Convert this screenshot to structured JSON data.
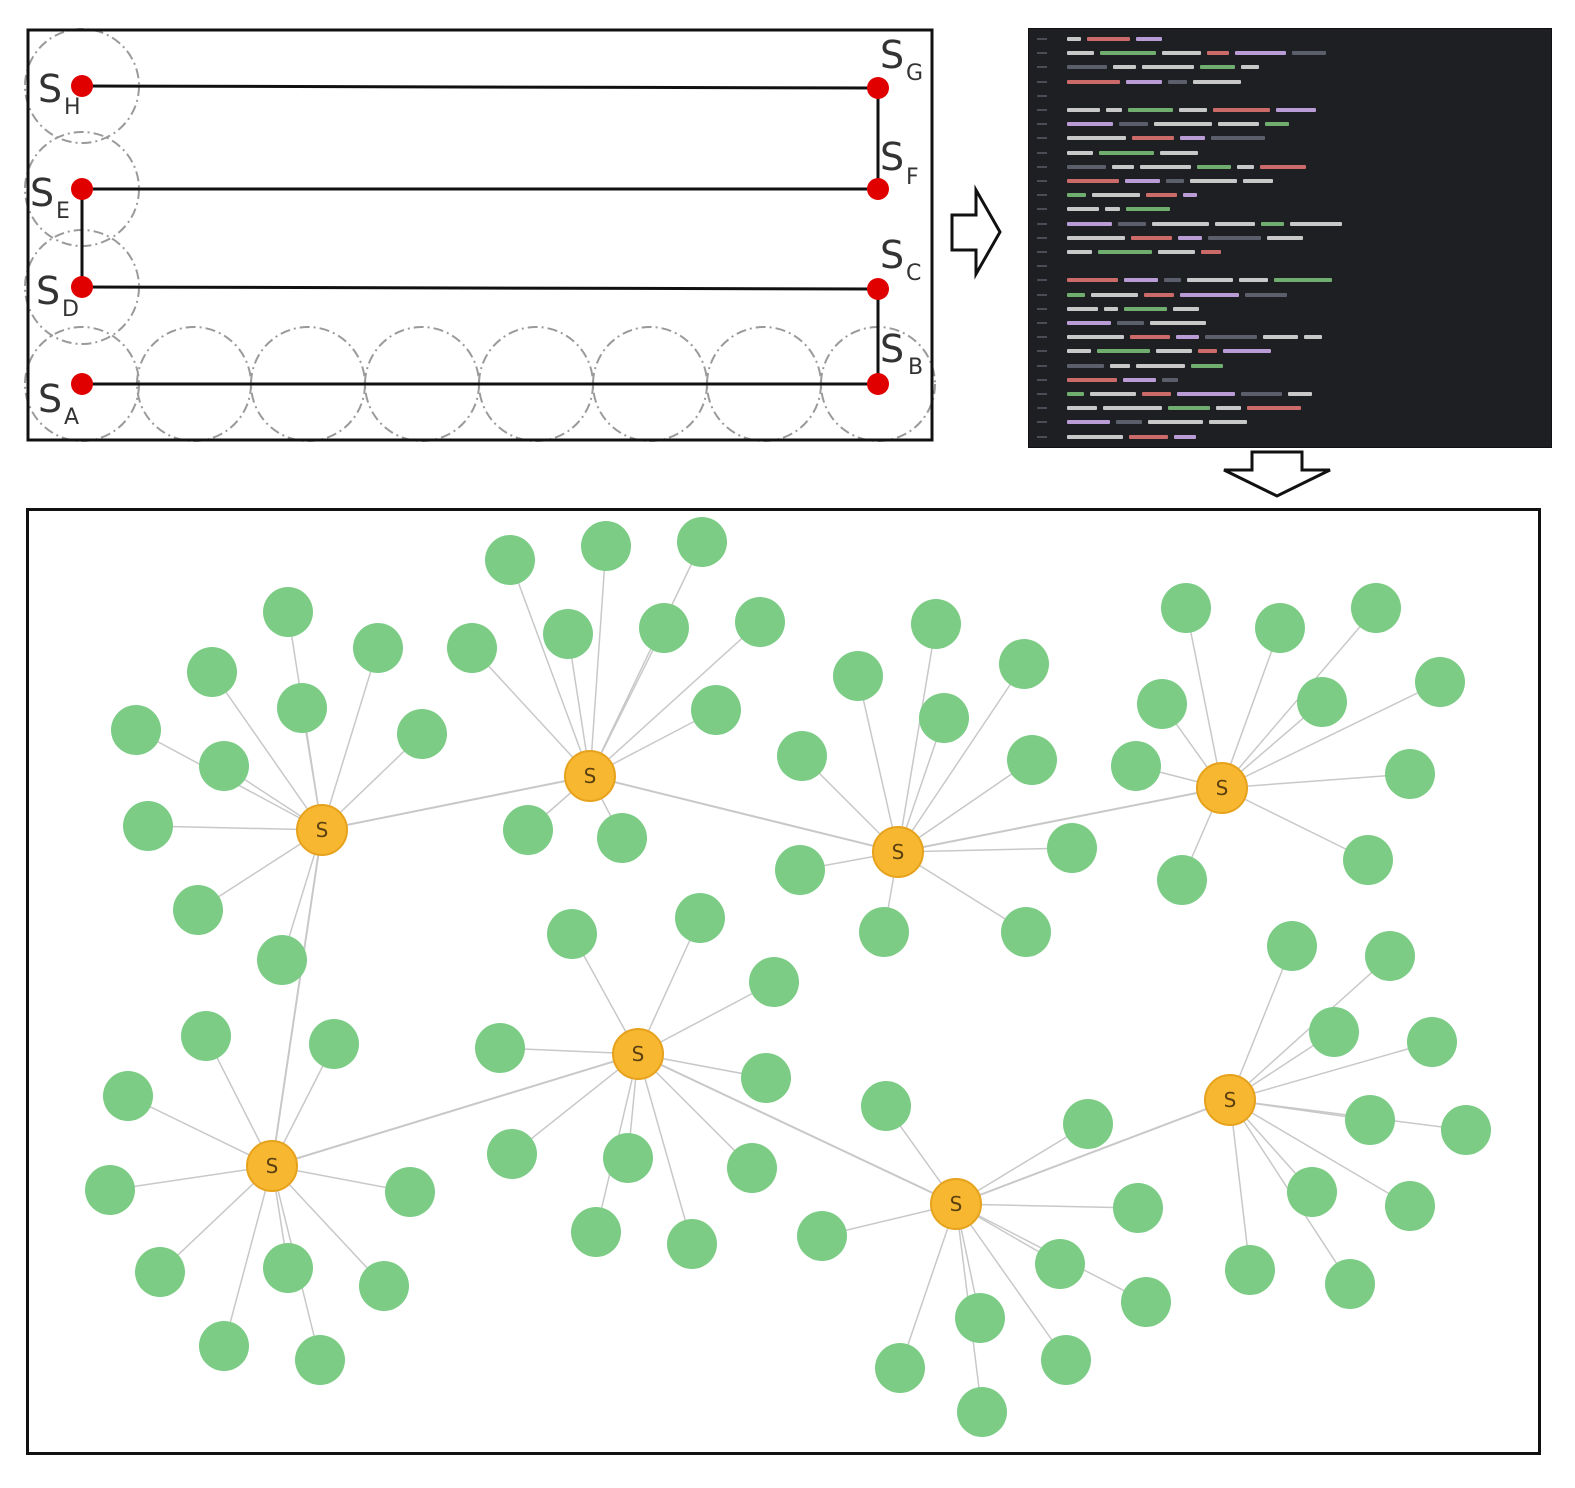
{
  "floor_plan": {
    "sensors": [
      {
        "id": "A",
        "letter": "S",
        "sub": "A"
      },
      {
        "id": "B",
        "letter": "S",
        "sub": "B"
      },
      {
        "id": "C",
        "letter": "S",
        "sub": "C"
      },
      {
        "id": "D",
        "letter": "S",
        "sub": "D"
      },
      {
        "id": "E",
        "letter": "S",
        "sub": "E"
      },
      {
        "id": "F",
        "letter": "S",
        "sub": "F"
      },
      {
        "id": "G",
        "letter": "S",
        "sub": "G"
      },
      {
        "id": "H",
        "letter": "S",
        "sub": "H"
      }
    ],
    "sensor_color": "#e00000",
    "line_color": "#111111",
    "circle_color": "#9a9a9a"
  },
  "code": {
    "background": "#1e1f22",
    "line_count": 30
  },
  "graph": {
    "hub_label": "S",
    "hub_color": "#f7b731",
    "leaf_color": "#7ccc85",
    "edge_color": "#c8c8c8"
  }
}
